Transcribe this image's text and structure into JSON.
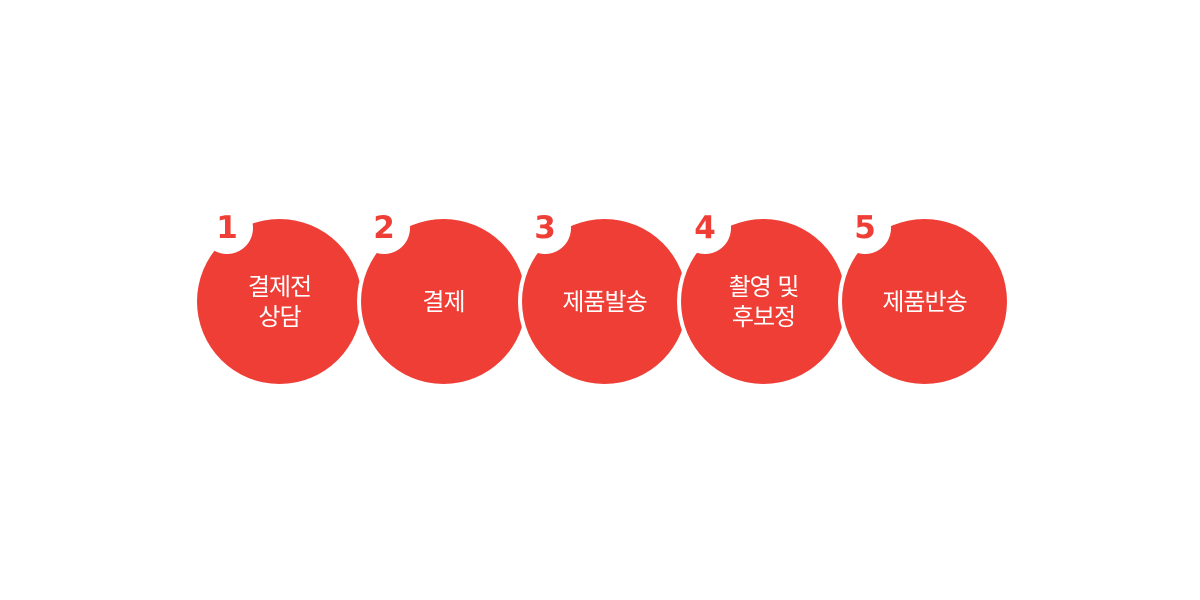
{
  "accent_color": "#ee3e36",
  "steps": [
    {
      "number": "1",
      "label": "결제전\n상담"
    },
    {
      "number": "2",
      "label": "결제"
    },
    {
      "number": "3",
      "label": "제품발송"
    },
    {
      "number": "4",
      "label": "촬영 및\n후보정"
    },
    {
      "number": "5",
      "label": "제품반송"
    }
  ]
}
